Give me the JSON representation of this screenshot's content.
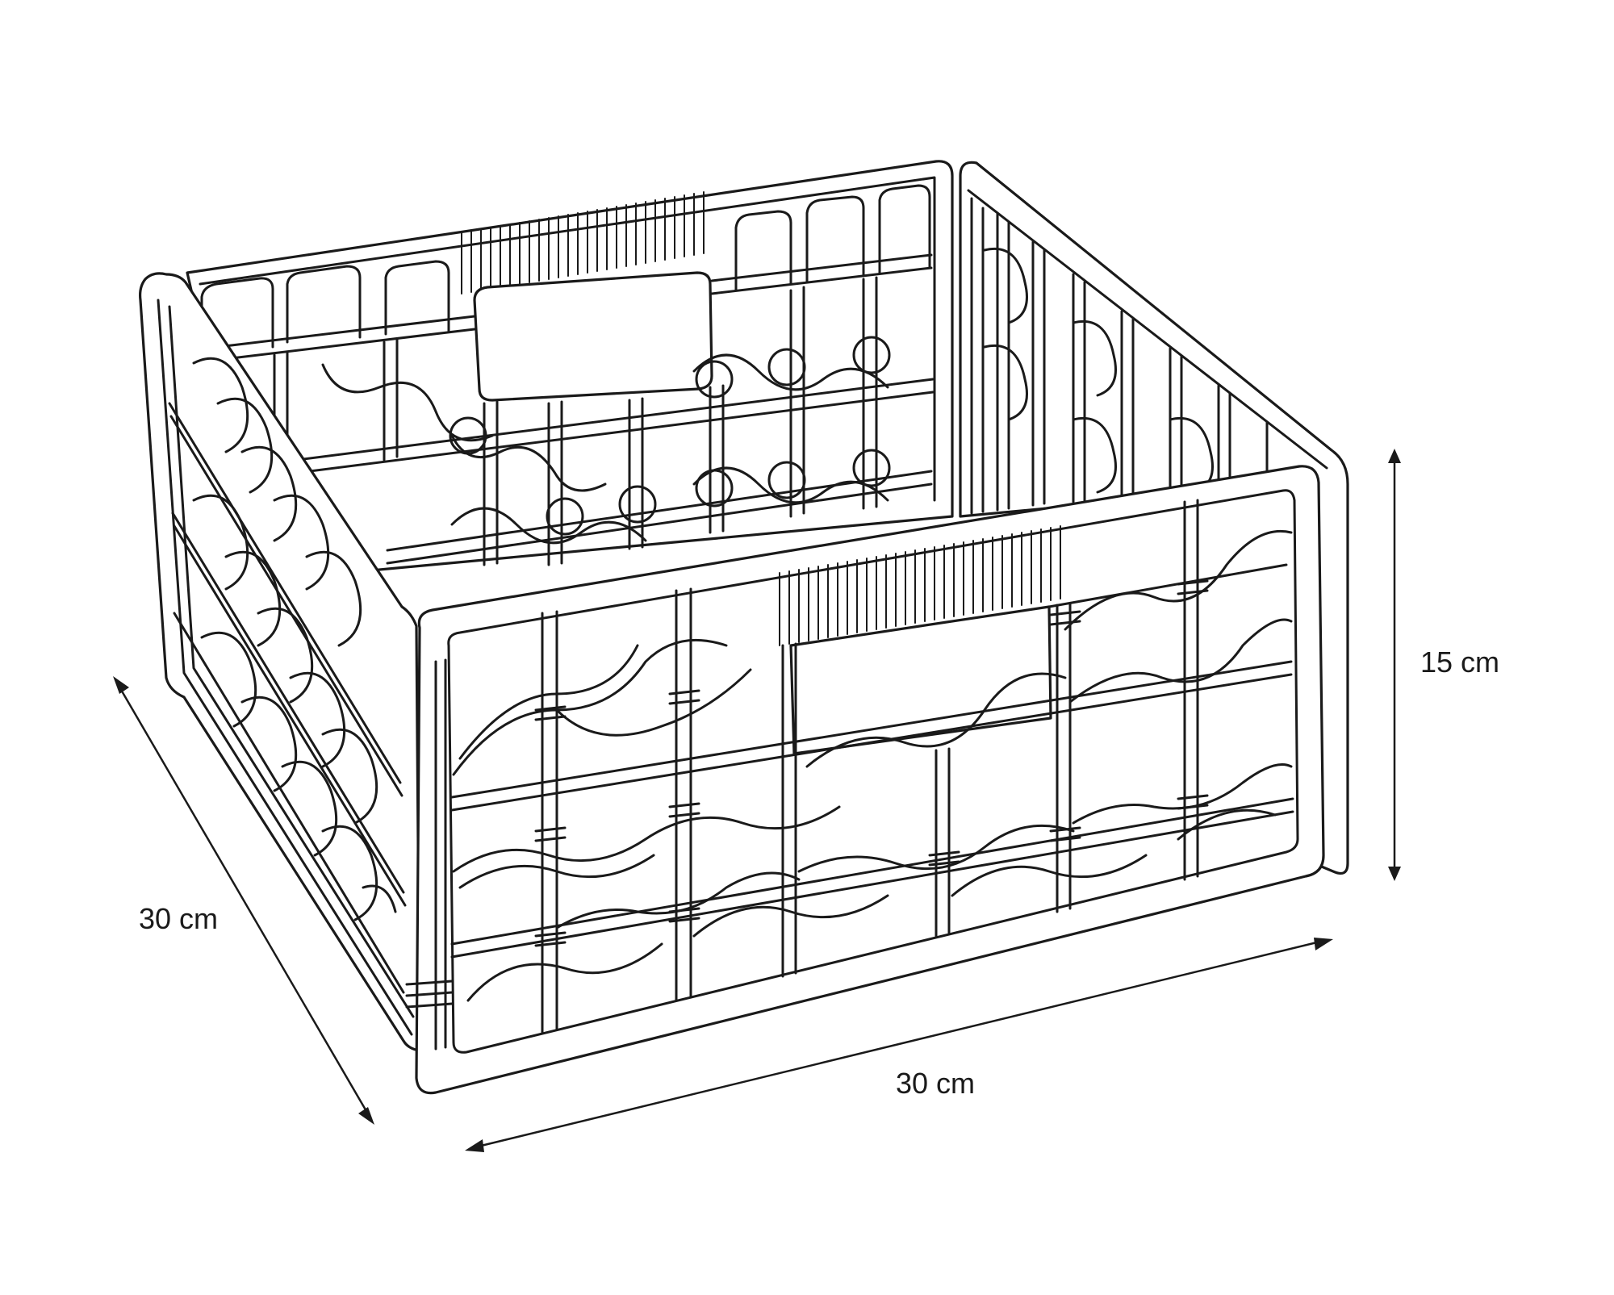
{
  "dimensions": {
    "depth_label": "30 cm",
    "width_label": "30 cm",
    "height_label": "15 cm"
  },
  "colors": {
    "line": "#1a1a1a",
    "background": "#ffffff"
  }
}
